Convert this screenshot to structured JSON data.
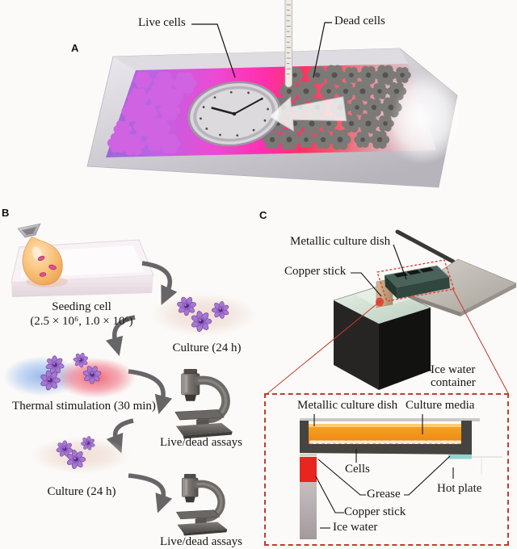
{
  "figure": {
    "panel_a": {
      "label": "A",
      "live_cells": "Live cells",
      "dead_cells": "Dead cells"
    },
    "panel_b": {
      "label": "B",
      "seeding_title": "Seeding cell",
      "seeding_counts": "(2.5 × 10⁶, 1.0 × 10⁶)",
      "culture_1": "Culture (24 h)",
      "thermal": "Thermal stimulation (30 min)",
      "assay_1": "Live/dead assays",
      "culture_2": "Culture (24 h)",
      "assay_2": "Live/dead assays"
    },
    "panel_c": {
      "label": "C",
      "metallic_dish": "Metallic culture dish",
      "copper_stick": "Copper stick",
      "ice_water_container": "Ice water container",
      "inset": {
        "metallic_dish": "Metallic culture dish",
        "culture_media": "Culture media",
        "cells": "Cells",
        "grease": "Grease",
        "copper_stick": "Copper stick",
        "ice_water": "Ice water",
        "hot_plate": "Hot plate"
      }
    }
  },
  "colors": {
    "live_cell": "#f451cc",
    "live_cell_alt": "#cf63e2",
    "dead_cell": "#7b7a76",
    "purple_cell": "#a678d2",
    "cold_blue": "#8fb4ec",
    "hot_red": "#ef5d72",
    "media_orange": "#f6a825",
    "media_orange_dark": "#ec8412",
    "copper_red": "#e8251f",
    "hot_plate_teal": "#8fd6cf",
    "inset_border_red": "#c8392b"
  }
}
